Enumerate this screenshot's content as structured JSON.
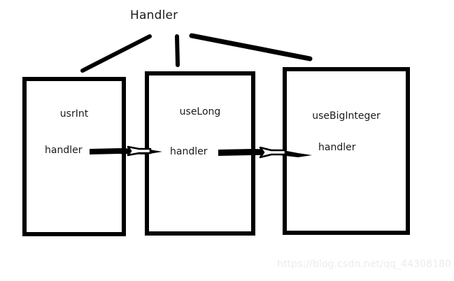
{
  "diagram": {
    "title": "Handler",
    "type": "class-hierarchy-sketch",
    "background_color": "#ffffff",
    "stroke_color": "#000000",
    "text_color": "#1a1a1a",
    "boxes": [
      {
        "id": "usrInt",
        "title": "usrInt",
        "field": "handler"
      },
      {
        "id": "useLong",
        "title": "useLong",
        "field": "handler"
      },
      {
        "id": "useBigInteger",
        "title": "useBigInteger",
        "field": "handler"
      }
    ],
    "connectors": [
      {
        "from": "usrInt",
        "to": "Handler",
        "style": "diagonal-line"
      },
      {
        "from": "useLong",
        "to": "Handler",
        "style": "vertical-line"
      },
      {
        "from": "useBigInteger",
        "to": "Handler",
        "style": "diagonal-line"
      }
    ],
    "arrows": [
      {
        "from": "usrInt.handler",
        "to": "useLong.handler",
        "style": "thick-hollow-head"
      },
      {
        "from": "useLong.handler",
        "to": "useBigInteger.handler",
        "style": "thick-hollow-head"
      }
    ]
  },
  "watermark": {
    "text": "https://blog.csdn.net/qq_44308180",
    "color": "#ececec"
  }
}
